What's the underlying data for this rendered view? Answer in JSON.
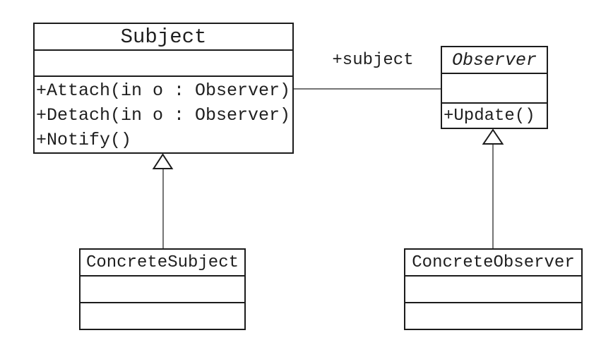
{
  "classes": {
    "subject": {
      "name": "Subject",
      "operations": [
        "+Attach(in o : Observer)",
        "+Detach(in o : Observer)",
        "+Notify()"
      ]
    },
    "observer": {
      "name": "Observer",
      "operations": [
        "+Update()"
      ]
    },
    "concrete_subject": {
      "name": "ConcreteSubject"
    },
    "concrete_observer": {
      "name": "ConcreteObserver"
    }
  },
  "association": {
    "label": "+subject"
  },
  "colors": {
    "box_border": "#1c1c1c",
    "box_fill": "#ffffff",
    "connector": "#757575",
    "text": "#1f1f1f",
    "background": "#ffffff"
  }
}
